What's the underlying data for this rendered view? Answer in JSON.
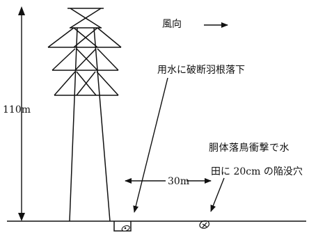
{
  "labels": {
    "height": "110m",
    "wind_direction": "風向",
    "blade_drop": "用水に破断羽根落下",
    "body_impact_line1": "胴体落鳥衝撃で水",
    "body_impact_line2": "田に 20cm の陥没穴",
    "distance": "30m"
  },
  "colors": {
    "line": "#111111",
    "background": "#ffffff"
  }
}
